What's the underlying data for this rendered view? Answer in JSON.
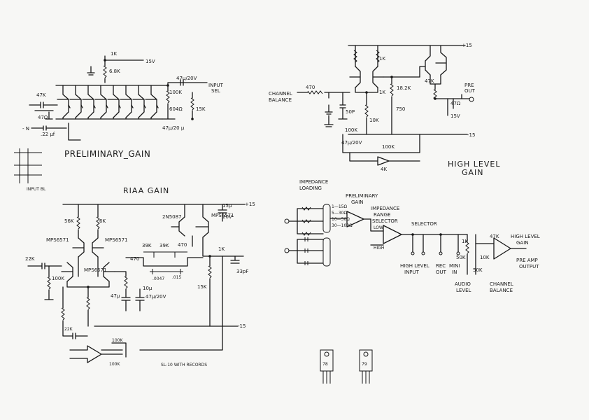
{
  "titles": {
    "preliminary_gain": "PRELIMINARY_GAIN",
    "riaa_gain": "RIAA GAIN",
    "high_level_gain_1": "HIGH LEVEL",
    "high_level_gain_2": "GAIN"
  },
  "labels": {
    "r_1k_top": "1K",
    "v_15v": "15V",
    "r_6_8k": "6.8K",
    "r_47k_left": "47K",
    "r_47ohm": "47Ω",
    "n_minus": "- N",
    "c_22": ".22 μf",
    "r_100k": "100K",
    "c_47_20v": "47µ/20V",
    "input_sel_1": "INPUT",
    "input_sel_2": "SEL",
    "r_15k": "15K",
    "r_604": "604Ω",
    "c_47_20": "47µ/20 μ",
    "input_bl": "INPUT BL",
    "plus_15": "+15",
    "minus_15": "-15",
    "channel_1": "CHANNEL",
    "channel_2": "BALANCE",
    "r_470": "470",
    "r_1k_a": "1K",
    "r_1k_b": "1K",
    "r_18k": "18.2K",
    "r_47k_hl": "47K",
    "r_10k": "10K",
    "c_50p": "50P",
    "r_750": "750",
    "r_100k_hl": "100K",
    "c_47_20v_hl": "47µ/20V",
    "r_100k_b": "100K",
    "r_4k": "4K",
    "pre_1": "PRE",
    "pre_2": "OUT",
    "r_470_b": "47Ω",
    "r_15k_b": "15V",
    "v_plus_15": "+15",
    "v_minus_15": "-15",
    "v_plus_15_riaa": "+15",
    "r_56k": "56K",
    "r_6k": "6K",
    "q_mps6571_a": "MPS6571",
    "q_mps6571_b": "MPS6571",
    "q_mps6571_c": "MPS6571",
    "q_2n": "2N5087",
    "q_mps6571_d": "MPS6571",
    "r_39k_a": "39K",
    "r_39k_b": "39K",
    "r_470_r": "470",
    "r_470_r2": "470",
    "r_1k_r": "1K",
    "c_15u": "15µ",
    "c_20v": "20V",
    "r_22k": "22K",
    "r_100k_riaa": "100K",
    "r_22k_fb": "22K",
    "c_47u": "47µ",
    "r_15k_riaa": "15K",
    "c_33pf": "33pF",
    "r_100k_fb2": "100K",
    "r_100k_fb3": "100K",
    "c_10u": "10µ",
    "r_015": ".015",
    "r_0047": ".0047",
    "c_47_20_r": "47µ/20V",
    "sl_note": "SL-10   WITH RECORDS",
    "impedance_1": "IMPEDANCE",
    "impedance_2": "LOADING",
    "pg_1": "PRELIMINARY",
    "pg_2": "GAIN",
    "irs_1": "IMPEDANCE",
    "irs_2": "RANGE",
    "irs_3": "SELECTOR",
    "low": "LOW",
    "high": "HIGH",
    "selector": "SELECTOR",
    "hl_in_1": "HIGH LEVEL",
    "hl_in_2": "INPUT",
    "rec_out_1": "REC",
    "rec_out_2": "OUT",
    "mini_in_1": "MINI",
    "mini_in_2": "IN",
    "audio_level_1": "AUDIO",
    "audio_level_2": "LEVEL",
    "chbal_1": "CHANNEL",
    "chbal_2": "BALANCE",
    "hlg_1": "HIGH LEVEL",
    "hlg_2": "GAIN",
    "preamp_1": "PRE AMP",
    "preamp_2": "OUTPUT",
    "r_47k_bd": "47K",
    "r_1k_bd": "1K",
    "r_10k_bd": "10K",
    "r_50k_bd": "50K",
    "r_50k_bd2": "50K",
    "rng_1": "1—15Ω",
    "rng_2": "5—30Ω",
    "rng_3": "10—50Ω",
    "rng_4": "30—100Ω",
    "reg_1": "78",
    "reg_2": "79"
  }
}
